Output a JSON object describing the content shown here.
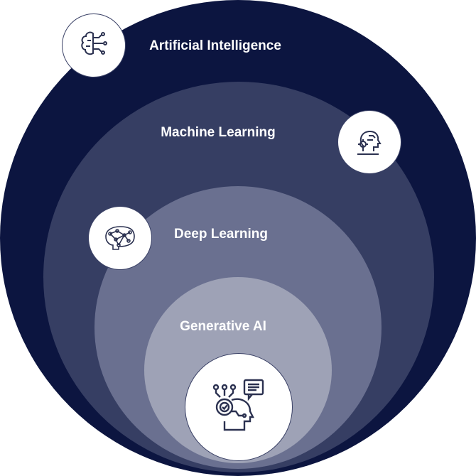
{
  "layers": [
    {
      "label": "Artificial Intelligence",
      "color": "#0c1540"
    },
    {
      "label": "Machine Learning",
      "color": "#363e63"
    },
    {
      "label": "Deep Learning",
      "color": "#6a7090"
    },
    {
      "label": "Generative AI",
      "color": "#9ea2b6"
    }
  ],
  "icons": [
    "brain-circuit-icon",
    "ai-head-gear-icon",
    "neural-network-brain-icon",
    "generative-ai-head-chat-icon"
  ]
}
